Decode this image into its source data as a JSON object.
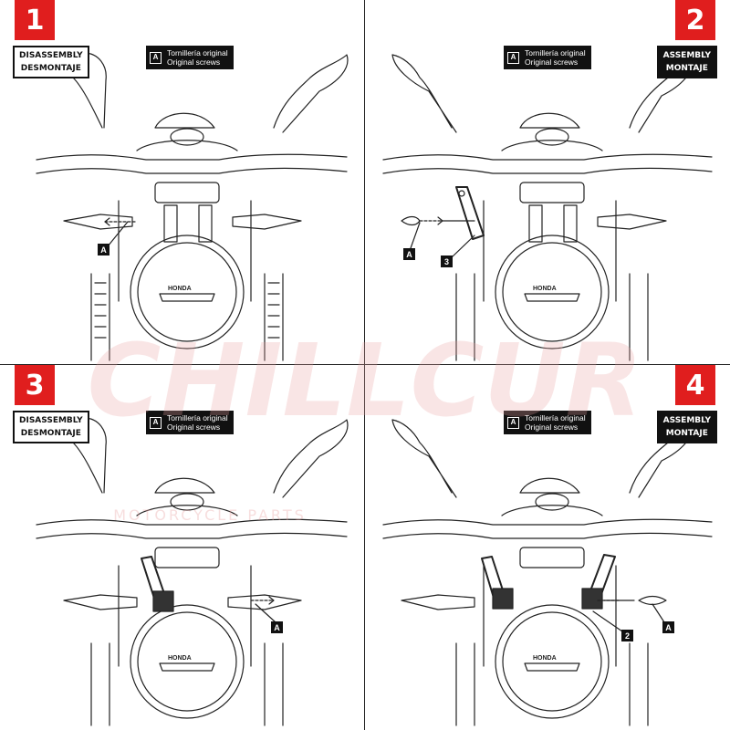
{
  "panels": [
    {
      "step": "1",
      "phase_en": "DISASSEMBLY",
      "phase_es": "DESMONTAJE",
      "side": "left",
      "legend_key": "A",
      "legend_es": "Tornillería original",
      "legend_en": "Original screws",
      "callouts": [
        "A"
      ]
    },
    {
      "step": "2",
      "phase_en": "ASSEMBLY",
      "phase_es": "MONTAJE",
      "side": "right",
      "legend_key": "A",
      "legend_es": "Tornillería original",
      "legend_en": "Original screws",
      "callouts": [
        "A",
        "3"
      ]
    },
    {
      "step": "3",
      "phase_en": "DISASSEMBLY",
      "phase_es": "DESMONTAJE",
      "side": "left",
      "legend_key": "A",
      "legend_es": "Tornillería original",
      "legend_en": "Original screws",
      "callouts": [
        "A"
      ]
    },
    {
      "step": "4",
      "phase_en": "ASSEMBLY",
      "phase_es": "MONTAJE",
      "side": "right",
      "legend_key": "A",
      "legend_es": "Tornillería original",
      "legend_en": "Original screws",
      "callouts": [
        "2",
        "A"
      ]
    }
  ],
  "headlight_badge": "HONDA",
  "watermark": {
    "brand": "CHILLCUR",
    "subtitle": "MOTORCYCLE PARTS",
    "color": "#e8a0a0"
  },
  "colors": {
    "accent": "#e01e1e",
    "ink": "#111111"
  }
}
